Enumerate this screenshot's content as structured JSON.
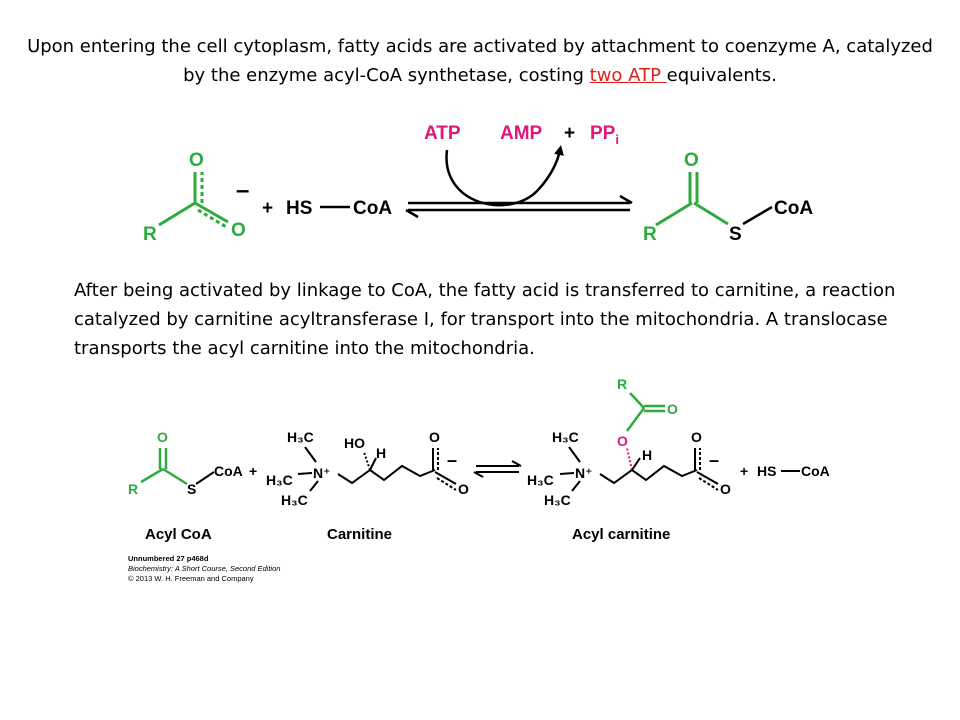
{
  "intro": {
    "before": "Upon entering the cell cytoplasm, fatty acids are activated by attachment to coenzyme A, catalyzed by the enzyme acyl-CoA synthetase, costing ",
    "highlight": "two ATP ",
    "after": "equivalents."
  },
  "reaction1": {
    "atp": "ATP",
    "amp": "AMP",
    "plus": "+",
    "ppi_main": "PP",
    "ppi_sub": "i",
    "minus": "–",
    "r": "R",
    "o": "O",
    "hs": "HS",
    "coa": "CoA",
    "s": "S"
  },
  "paragraph2": "After being activated by linkage to CoA, the fatty acid is transferred to carnitine, a reaction catalyzed by carnitine acyltransferase I, for transport into the mitochondria. A translocase transports the acyl carnitine into the mitochondria.",
  "reaction2": {
    "labels": {
      "acyl_coa": "Acyl CoA",
      "carnitine": "Carnitine",
      "acyl_carnitine": "Acyl carnitine"
    },
    "h3c": "H₃C",
    "n_plus": "N⁺",
    "ho": "HO",
    "h": "H",
    "o": "O",
    "r": "R",
    "s": "S",
    "coa": "CoA",
    "hs": "HS",
    "plus": "+",
    "minus": "–"
  },
  "caption": {
    "line1": "Unnumbered 27 p468d",
    "line2": "Biochemistry: A Short Course, Second Edition",
    "line3": "© 2013 W. H. Freeman and Company"
  },
  "colors": {
    "green": "#2eaa3e",
    "magenta": "#e0167a",
    "red": "#e0201b",
    "black": "#000000"
  }
}
